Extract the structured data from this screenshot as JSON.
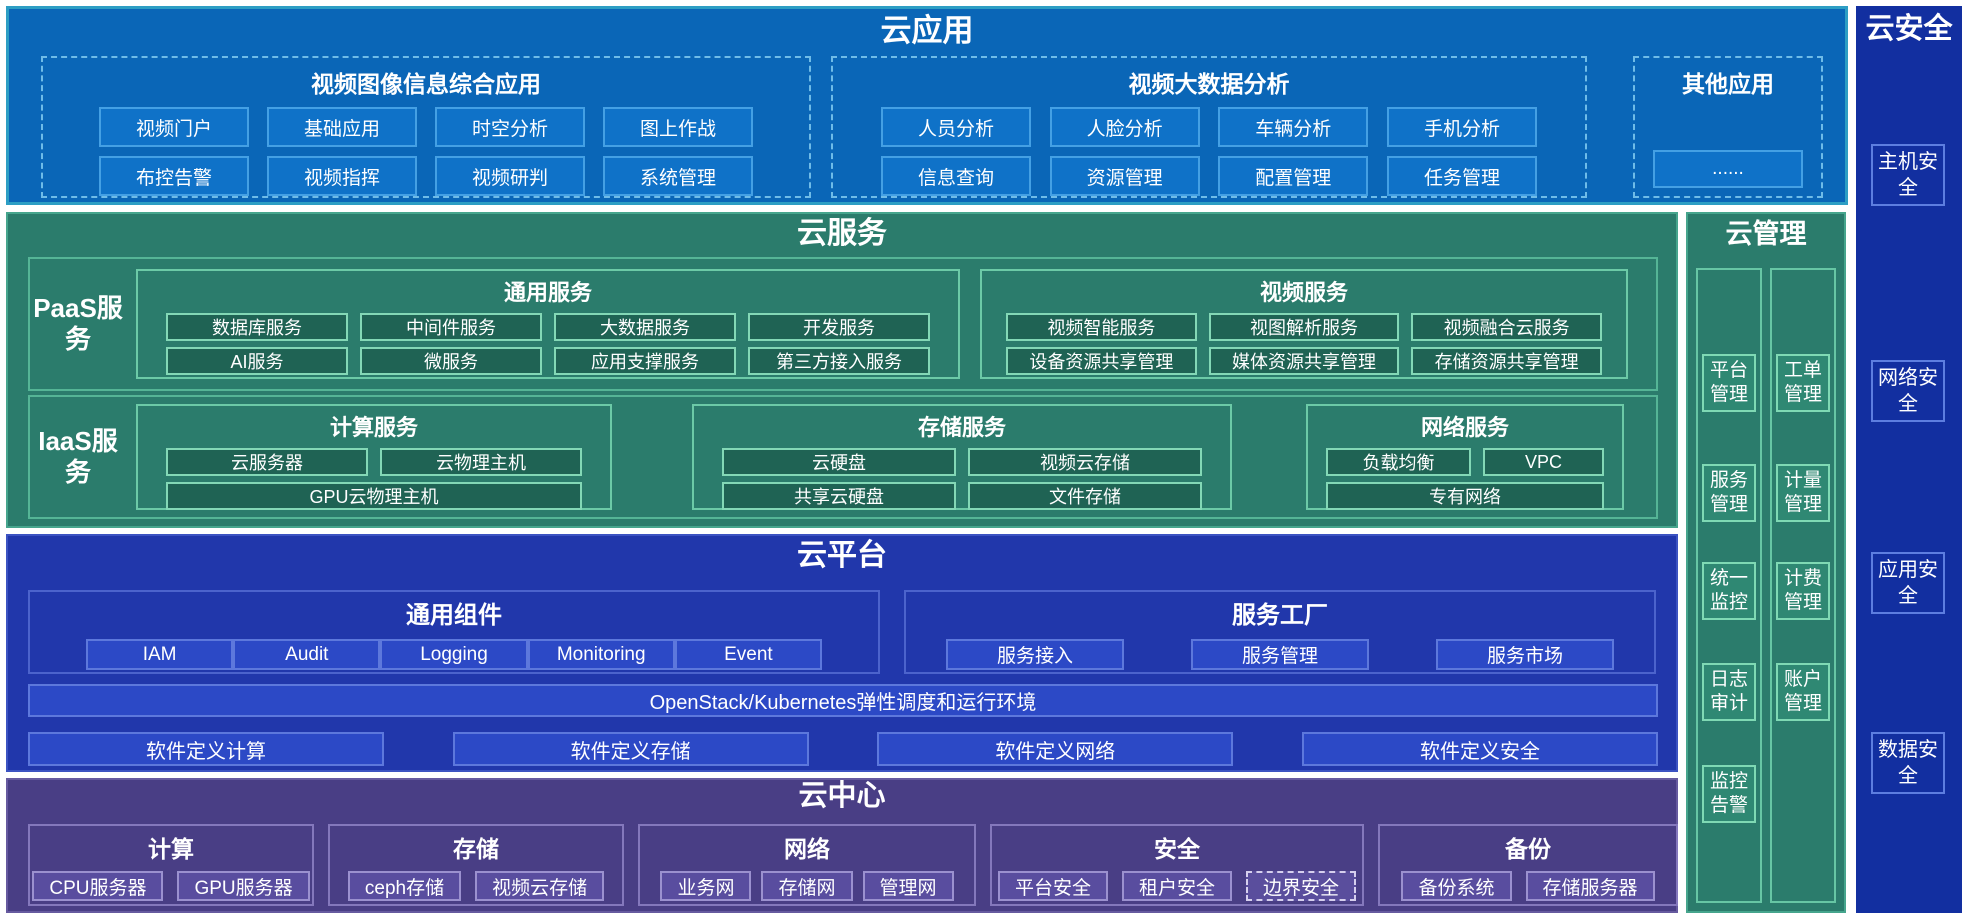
{
  "palette": {
    "app_blue": "#0a66b7",
    "service_teal": "#2b7c6c",
    "platform_indigo": "#2137ab",
    "center_purple": "#493e85",
    "security_navy": "#122fa0",
    "page_background": "#ffffff"
  },
  "cloud_app": {
    "title": "云应用",
    "panels": [
      {
        "title": "视频图像信息综合应用",
        "buttons": [
          "视频门户",
          "基础应用",
          "时空分析",
          "图上作战",
          "布控告警",
          "视频指挥",
          "视频研判",
          "系统管理"
        ]
      },
      {
        "title": "视频大数据分析",
        "buttons": [
          "人员分析",
          "人脸分析",
          "车辆分析",
          "手机分析",
          "信息查询",
          "资源管理",
          "配置管理",
          "任务管理"
        ]
      },
      {
        "title": "其他应用",
        "buttons": [
          "......"
        ]
      }
    ]
  },
  "cloud_service": {
    "title": "云服务",
    "paas_label": "PaaS服务",
    "iaas_label": "IaaS服务",
    "general": {
      "title": "通用服务",
      "buttons": [
        "数据库服务",
        "中间件服务",
        "大数据服务",
        "开发服务",
        "AI服务",
        "微服务",
        "应用支撑服务",
        "第三方接入服务"
      ]
    },
    "video": {
      "title": "视频服务",
      "buttons": [
        "视频智能服务",
        "视图解析服务",
        "视频融合云服务",
        "设备资源共享管理",
        "媒体资源共享管理",
        "存储资源共享管理"
      ]
    },
    "compute": {
      "title": "计算服务",
      "buttons": [
        "云服务器",
        "云物理主机",
        "GPU云物理主机"
      ]
    },
    "storage": {
      "title": "存储服务",
      "buttons": [
        "云硬盘",
        "视频云存储",
        "共享云硬盘",
        "文件存储"
      ]
    },
    "network": {
      "title": "网络服务",
      "buttons": [
        "负载均衡",
        "VPC",
        "专有网络"
      ]
    }
  },
  "cloud_platform": {
    "title": "云平台",
    "common": {
      "title": "通用组件",
      "buttons": [
        "IAM",
        "Audit",
        "Logging",
        "Monitoring",
        "Event"
      ]
    },
    "factory": {
      "title": "服务工厂",
      "buttons": [
        "服务接入",
        "服务管理",
        "服务市场"
      ]
    },
    "runtime": "OpenStack/Kubernetes弹性调度和运行环境",
    "sdx": [
      "软件定义计算",
      "软件定义存储",
      "软件定义网络",
      "软件定义安全"
    ]
  },
  "cloud_center": {
    "title": "云中心",
    "panels": [
      {
        "title": "计算",
        "buttons": [
          "CPU服务器",
          "GPU服务器"
        ]
      },
      {
        "title": "存储",
        "buttons": [
          "ceph存储",
          "视频云存储"
        ]
      },
      {
        "title": "网络",
        "buttons": [
          "业务网",
          "存储网",
          "管理网"
        ]
      },
      {
        "title": "安全",
        "buttons": [
          "平台安全",
          "租户安全",
          "边界安全"
        ]
      },
      {
        "title": "备份",
        "buttons": [
          "备份系统",
          "存储服务器"
        ]
      }
    ]
  },
  "cloud_management": {
    "title": "云管理",
    "col1": [
      "平台管理",
      "服务管理",
      "统一监控",
      "日志审计",
      "监控告警"
    ],
    "col2": [
      "工单管理",
      "计量管理",
      "计费管理",
      "账户管理"
    ]
  },
  "cloud_security": {
    "title": "云安全",
    "items": [
      "主机安全",
      "网络安全",
      "应用安全",
      "数据安全"
    ]
  }
}
